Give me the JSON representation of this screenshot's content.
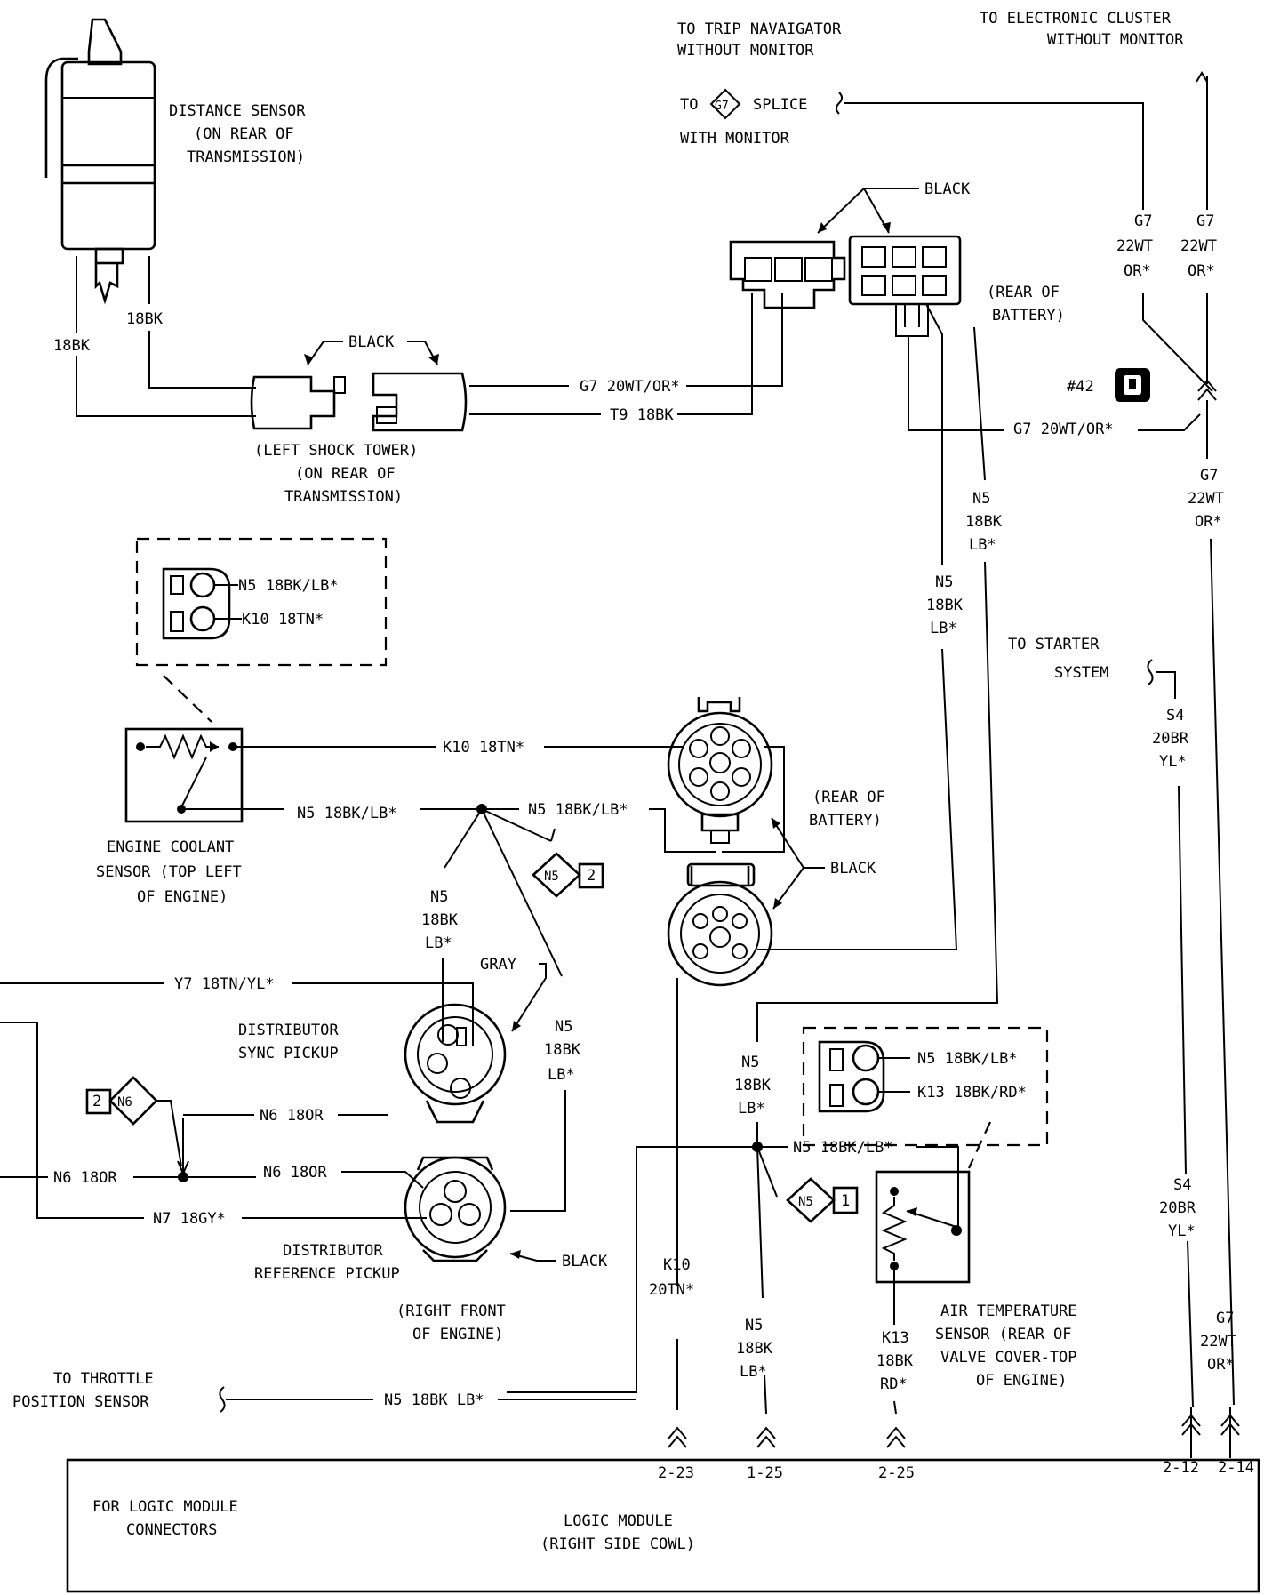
{
  "labels": {
    "trip_nav": [
      "TO TRIP NAVAIGATOR",
      "WITHOUT MONITOR"
    ],
    "electronic_cluster": [
      "TO ELECTRONIC CLUSTER",
      "WITHOUT MONITOR"
    ],
    "to_splice_prefix": "TO",
    "splice_id": "G7",
    "splice_word": "SPLICE",
    "with_monitor": "WITH MONITOR",
    "distance_sensor": [
      "DISTANCE SENSOR",
      "(ON REAR OF",
      "TRANSMISSION)"
    ],
    "black_top": "BLACK",
    "rear_battery_top": [
      "(REAR OF",
      "BATTERY)"
    ],
    "black_shock": "BLACK",
    "wire_18bk_a": "18BK",
    "wire_18bk_b": "18BK",
    "g7_20wt_or_a": "G7 20WT/OR*",
    "t9_18bk": "T9 18BK",
    "g7_20wt_or_b": "G7 20WT/OR*",
    "badge_42": "#42",
    "left_shock": [
      "(LEFT SHOCK TOWER)",
      "(ON REAR OF",
      "TRANSMISSION)"
    ],
    "g7_22wt_left": [
      "G7",
      "22WT",
      "OR*"
    ],
    "g7_22wt_right": [
      "G7",
      "22WT",
      "OR*"
    ],
    "g7_22wt_mid": [
      "G7",
      "22WT",
      "OR*"
    ],
    "n5_18bk_lb_1": [
      "N5",
      "18BK",
      "LB*"
    ],
    "n5_18bk_lb_2": [
      "N5",
      "18BK",
      "LB*"
    ],
    "coolant_conn_n5": "N5 18BK/LB*",
    "coolant_conn_k10": "K10 18TN*",
    "to_starter": [
      "TO STARTER",
      "SYSTEM"
    ],
    "s4_upper": [
      "S4",
      "20BR",
      "YL*"
    ],
    "k10_18tn": "K10 18TN*",
    "n5_18bk_lb_left": "N5 18BK/LB*",
    "n5_18bk_lb_right": "N5 18BK/LB*",
    "rear_battery_mid": [
      "(REAR OF",
      "BATTERY)"
    ],
    "engine_coolant": [
      "ENGINE COOLANT",
      "SENSOR (TOP LEFT",
      "OF ENGINE)"
    ],
    "n5_splice_2": [
      "N5",
      "2"
    ],
    "black_mid": "BLACK",
    "n5_18bk_lb_3": [
      "N5",
      "18BK",
      "LB*"
    ],
    "gray": "GRAY",
    "y7_18tn_yl": "Y7 18TN/YL*",
    "n5_18bk_lb_4": [
      "N5",
      "18BK",
      "LB*"
    ],
    "dist_sync": [
      "DISTRIBUTOR",
      "SYNC PICKUP"
    ],
    "n5_18bk_lb_5": [
      "N5",
      "18BK",
      "LB*"
    ],
    "ats_conn_n5": "N5 18BK/LB*",
    "ats_conn_k13": "K13 18BK/RD*",
    "n6_splice_2": [
      "2",
      "N6"
    ],
    "n6_18or_a": "N6 18OR",
    "n5_18bk_lb_6": "N5 18BK/LB*",
    "n6_18or_b": "N6 18OR",
    "n6_18or_c": "N6 18OR",
    "s4_lower": [
      "S4",
      "20BR",
      "YL*"
    ],
    "n5_splice_1": [
      "N5",
      "1"
    ],
    "n7_18gy": "N7 18GY*",
    "dist_ref": [
      "DISTRIBUTOR",
      "REFERENCE PICKUP"
    ],
    "black_bottom": "BLACK",
    "k10_20tn": [
      "K10",
      "20TN*"
    ],
    "right_front": [
      "(RIGHT FRONT",
      "OF ENGINE)"
    ],
    "n5_18bk_lb_7": [
      "N5",
      "18BK",
      "LB*"
    ],
    "k13_18bk_rd": [
      "K13",
      "18BK",
      "RD*"
    ],
    "air_temp": [
      "AIR TEMPERATURE",
      "SENSOR (REAR OF",
      "VALVE COVER-TOP",
      "OF ENGINE)"
    ],
    "g7_22wt_bottom": [
      "G7",
      "22WT",
      "OR*"
    ],
    "to_throttle": [
      "TO THROTTLE",
      "POSITION SENSOR"
    ],
    "n5_18bk_lb_8": "N5 18BK LB*",
    "pin_223": "2-23",
    "pin_125": "1-25",
    "pin_225": "2-25",
    "pin_212": "2-12",
    "pin_214": "2-14",
    "for_logic": [
      "FOR LOGIC MODULE",
      "CONNECTORS"
    ],
    "logic_module": [
      "LOGIC MODULE",
      "(RIGHT SIDE COWL)"
    ]
  }
}
